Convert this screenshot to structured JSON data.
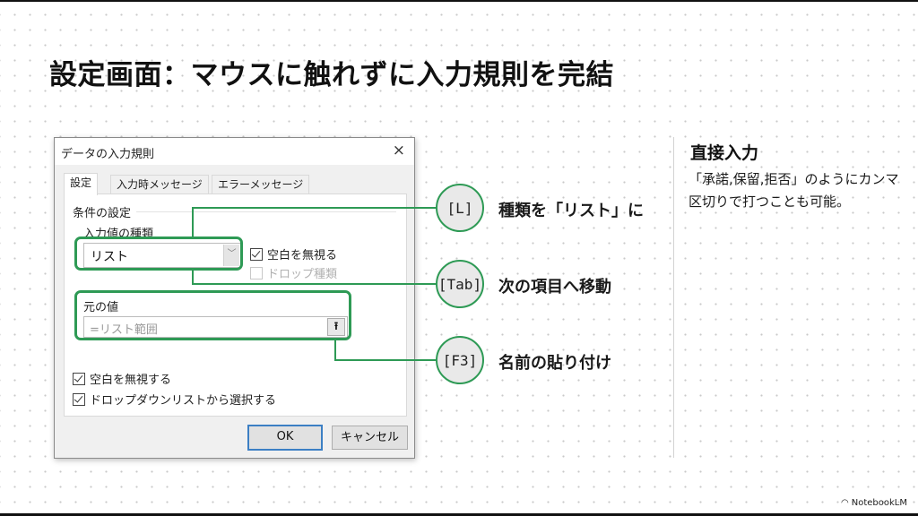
{
  "slide": {
    "title": "設定画面：マウスに触れずに入力規則を完結"
  },
  "dialog": {
    "title": "データの入力規則",
    "close_icon": "×",
    "tabs": [
      {
        "label": "設定",
        "active": true
      },
      {
        "label": "入力時メッセージ",
        "active": false
      },
      {
        "label": "エラーメッセージ",
        "active": false
      }
    ],
    "group_label": "条件の設定",
    "allow_label": "入力値の種類",
    "allow_value": "リスト",
    "combo_arrow": "﹀",
    "ignore_blank_label": "空白を無視る",
    "ignore_blank_checked": true,
    "dropdown_type_label": "ドロップ種類",
    "dropdown_type_checked": false,
    "source_label": "元の値",
    "source_placeholder": "=リスト範囲",
    "source_button_icon": "⭱",
    "bottom_checks": [
      {
        "label": "空白を無視する",
        "checked": true
      },
      {
        "label": "ドロップダウンリストから選択する",
        "checked": true
      }
    ],
    "ok_label": "OK",
    "cancel_label": "キャンセル"
  },
  "shortcuts": [
    {
      "key": "[L]",
      "description": "種類を「リスト」に"
    },
    {
      "key": "[Tab]",
      "description": "次の項目へ移動"
    },
    {
      "key": "[F3]",
      "description": "名前の貼り付け"
    }
  ],
  "side_note": {
    "title": "直接入力",
    "body": "「承諾,保留,拒否」のようにカンマ区切りで打つことも可能。"
  },
  "colors": {
    "accent_green": "#2e9a55",
    "default_button_border": "#3c7fc4"
  },
  "branding": {
    "icon": "◠",
    "label": "NotebookLM"
  }
}
